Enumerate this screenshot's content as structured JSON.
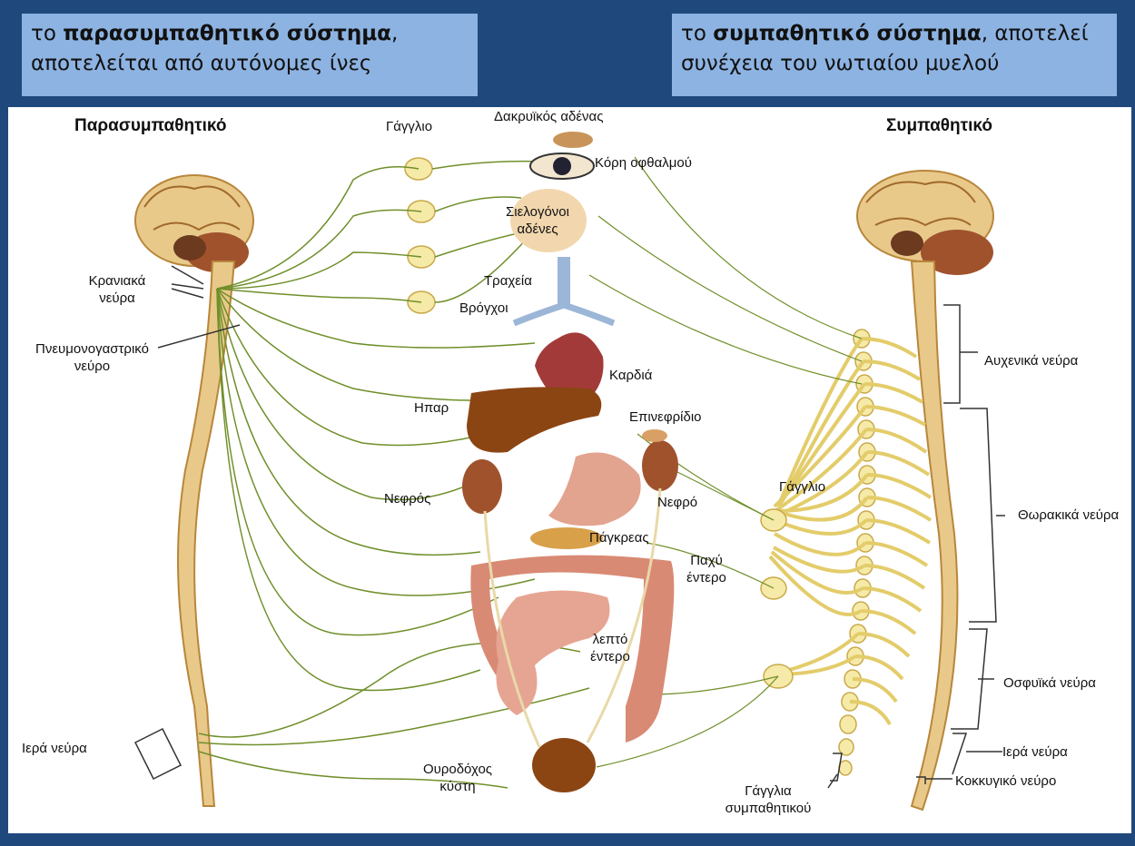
{
  "callouts": {
    "left": {
      "pre": "το ",
      "bold": "παρασυμπαθητικό σύστημα",
      "post": ",",
      "line2": "αποτελείται από αυτόνομες ίνες"
    },
    "right": {
      "pre": "το ",
      "bold": "συμπαθητικό σύστημα",
      "post": ", αποτελεί",
      "line2": "συνέχεια του νωτιαίου μυελού"
    }
  },
  "diagram": {
    "headings": {
      "left": "Παρασυμπαθητικό",
      "right": "Συμπαθητικό"
    },
    "labels": {
      "ganglion_top": "Γάγγλιο",
      "lacrimal": "Δακρυϊκός αδένας",
      "pupil": "Κόρη οφθαλμού",
      "salivary_1": "Σιελογόνοι",
      "salivary_2": "αδένες",
      "trachea": "Τραχεία",
      "bronchi": "Βρόγχοι",
      "heart": "Καρδιά",
      "liver": "Ηπαρ",
      "adrenal": "Επινεφρίδιο",
      "kidney_left": "Νεφρός",
      "kidney_right": "Νεφρό",
      "pancreas": "Πάγκρεας",
      "large_int_1": "Παχύ",
      "large_int_2": "έντερο",
      "small_int_1": "λεπτό",
      "small_int_2": "έντερο",
      "bladder_1": "Ουροδόχος",
      "bladder_2": "κύστη",
      "cranial_1": "Κρανιακά",
      "cranial_2": "νεύρα",
      "vagus_1": "Πνευμονογαστρικό",
      "vagus_2": "νεύρο",
      "sacral_left": "Ιερά νεύρα",
      "ganglion_right": "Γάγγλιο",
      "cervical": "Αυχενικά νεύρα",
      "thoracic": "Θωρακικά νεύρα",
      "lumbar": "Οσφυϊκά νεύρα",
      "sacral_right": "Ιερά νεύρα",
      "coccygeal": "Κοκκυγικό νεύρο",
      "symp_ganglia_1": "Γάγγλια",
      "symp_ganglia_2": "συμπαθητικού"
    }
  },
  "colors": {
    "background": "#1f497d",
    "callout": "#8db3e2",
    "nerve": "#6f8f2a",
    "ganglion": "#f6eaa8",
    "spine": "#e8c98a",
    "organ": "#8b4513"
  }
}
